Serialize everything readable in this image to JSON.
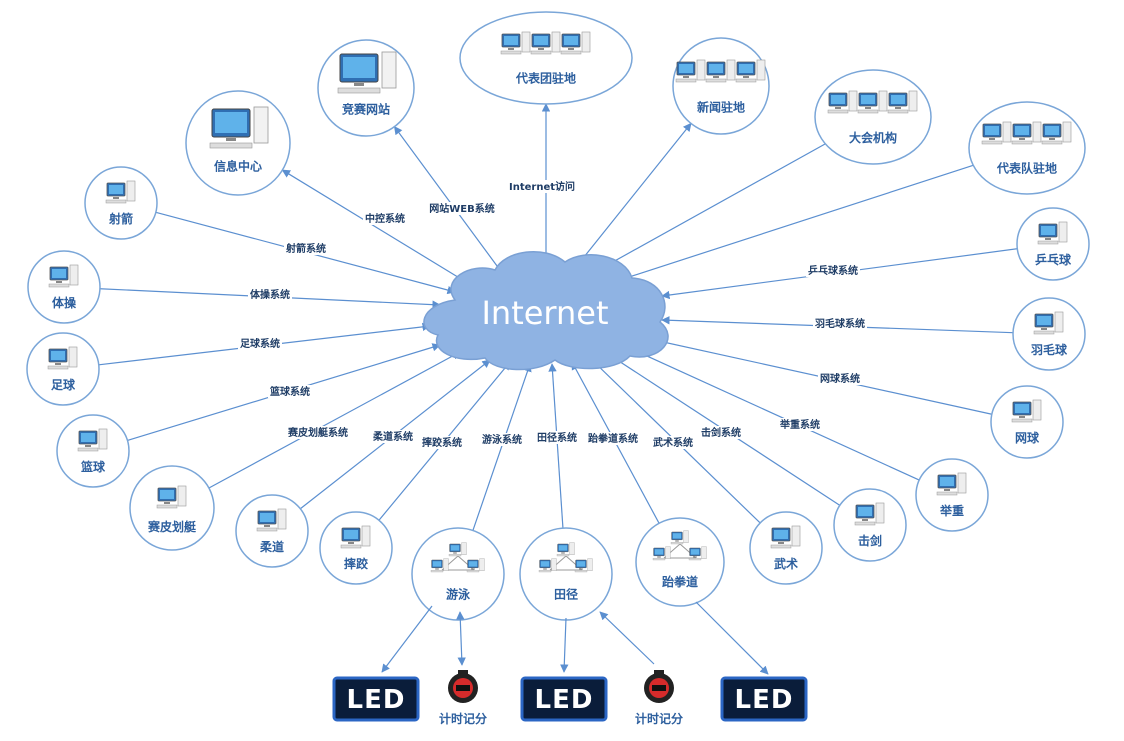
{
  "center": {
    "label": "Internet"
  },
  "nodes": [
    {
      "id": "info",
      "label": "信息中心",
      "icon": "workstation-icon"
    },
    {
      "id": "site",
      "label": "竞赛网站",
      "icon": "workstation-icon"
    },
    {
      "id": "delegation_hq",
      "label": "代表团驻地",
      "icon": "computer-group-icon"
    },
    {
      "id": "news",
      "label": "新闻驻地",
      "icon": "computer-group-icon"
    },
    {
      "id": "org",
      "label": "大会机构",
      "icon": "computer-group-icon"
    },
    {
      "id": "team_hq",
      "label": "代表队驻地",
      "icon": "computer-group-icon"
    },
    {
      "id": "archery",
      "label": "射箭",
      "icon": "computer-icon"
    },
    {
      "id": "gym",
      "label": "体操",
      "icon": "computer-icon"
    },
    {
      "id": "football",
      "label": "足球",
      "icon": "computer-icon"
    },
    {
      "id": "basket",
      "label": "篮球",
      "icon": "computer-icon"
    },
    {
      "id": "canoe",
      "label": "赛皮划艇",
      "icon": "computer-icon"
    },
    {
      "id": "judo",
      "label": "柔道",
      "icon": "computer-icon"
    },
    {
      "id": "wrestle",
      "label": "摔跤",
      "icon": "computer-icon"
    },
    {
      "id": "swim",
      "label": "游泳",
      "icon": "network-icon"
    },
    {
      "id": "track",
      "label": "田径",
      "icon": "network-icon"
    },
    {
      "id": "taekwondo",
      "label": "跆拳道",
      "icon": "network-icon"
    },
    {
      "id": "wushu",
      "label": "武术",
      "icon": "computer-icon"
    },
    {
      "id": "fencing",
      "label": "击剑",
      "icon": "computer-icon"
    },
    {
      "id": "weight",
      "label": "举重",
      "icon": "computer-icon"
    },
    {
      "id": "tennis",
      "label": "网球",
      "icon": "computer-icon"
    },
    {
      "id": "badminton",
      "label": "羽毛球",
      "icon": "computer-icon"
    },
    {
      "id": "pingpong",
      "label": "乒乓球",
      "icon": "computer-icon"
    }
  ],
  "edges": [
    {
      "to": "info",
      "label": "中控系统"
    },
    {
      "to": "site",
      "label": "网站WEB系统"
    },
    {
      "to": "delegation_hq",
      "label": "Internet访问"
    },
    {
      "to": "news",
      "label": ""
    },
    {
      "to": "org",
      "label": ""
    },
    {
      "to": "team_hq",
      "label": ""
    },
    {
      "to": "archery",
      "label": "射箭系统"
    },
    {
      "to": "gym",
      "label": "体操系统"
    },
    {
      "to": "football",
      "label": "足球系统"
    },
    {
      "to": "basket",
      "label": "篮球系统"
    },
    {
      "to": "canoe",
      "label": "赛皮划艇系统"
    },
    {
      "to": "judo",
      "label": "柔道系统"
    },
    {
      "to": "wrestle",
      "label": "摔跤系统"
    },
    {
      "to": "swim",
      "label": "游泳系统"
    },
    {
      "to": "track",
      "label": "田径系统"
    },
    {
      "to": "taekwondo",
      "label": "跆拳道系统"
    },
    {
      "to": "wushu",
      "label": "武术系统"
    },
    {
      "to": "fencing",
      "label": "击剑系统"
    },
    {
      "to": "weight",
      "label": "举重系统"
    },
    {
      "to": "tennis",
      "label": "网球系统"
    },
    {
      "to": "badminton",
      "label": "羽毛球系统"
    },
    {
      "to": "pingpong",
      "label": "乒乓球系统"
    }
  ],
  "led_panels": [
    {
      "text": "LED"
    },
    {
      "text": "LED"
    },
    {
      "text": "LED"
    }
  ],
  "timers": [
    {
      "label": "计时记分"
    },
    {
      "label": "计时记分"
    }
  ],
  "colors": {
    "cloud": "#8fb3e3",
    "edge": "#5b8fd0",
    "node_border": "#7aa6d8",
    "led_bg": "#0a1d3a",
    "led_border": "#2b66c4"
  }
}
